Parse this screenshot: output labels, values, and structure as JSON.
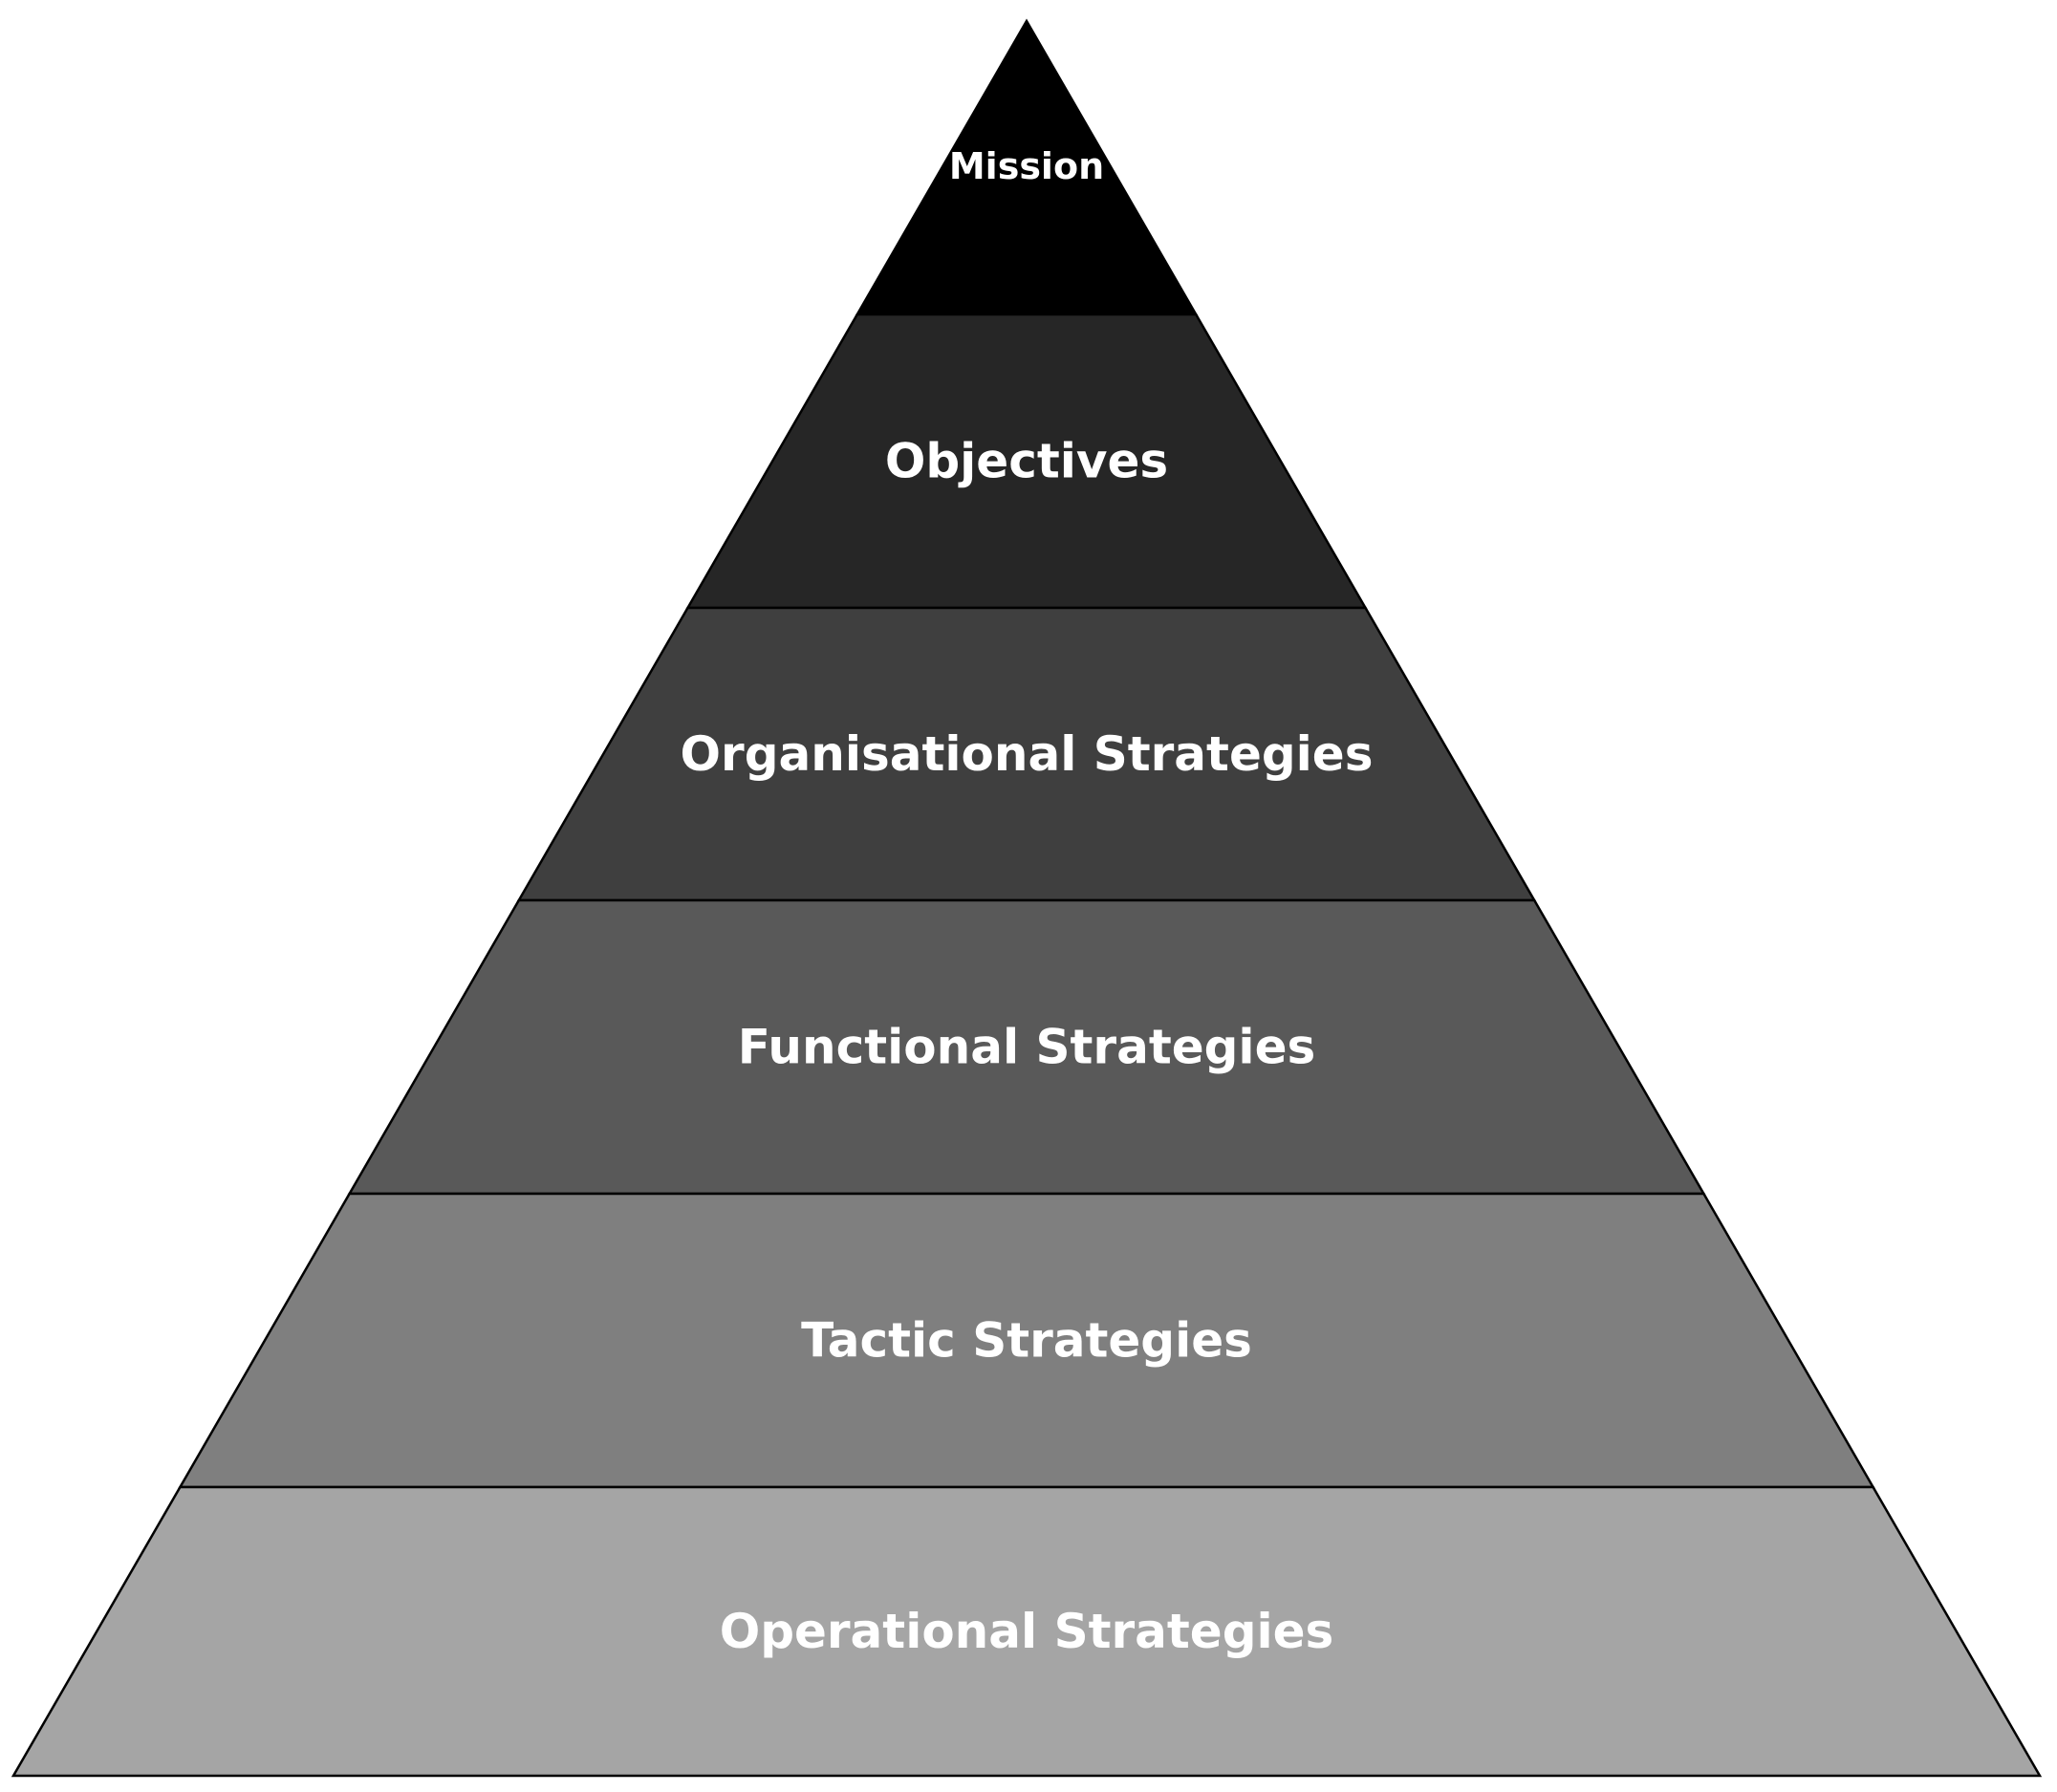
{
  "diagram": {
    "tiers": [
      {
        "label": "Mission",
        "fill": "#000000",
        "text_color": "#ffffff"
      },
      {
        "label": "Objectives",
        "fill": "#262626",
        "text_color": "#ffffff"
      },
      {
        "label": "Organisational Strategies",
        "fill": "#3f3f3f",
        "text_color": "#ffffff"
      },
      {
        "label": "Functional Strategies",
        "fill": "#595959",
        "text_color": "#ffffff"
      },
      {
        "label": "Tactic Strategies",
        "fill": "#7f7f7f",
        "text_color": "#ffffff"
      },
      {
        "label": "Operational Strategies",
        "fill": "#a5a5a5",
        "text_color": "#ffffff"
      }
    ],
    "outline_color": "#000000",
    "background": "#ffffff"
  }
}
